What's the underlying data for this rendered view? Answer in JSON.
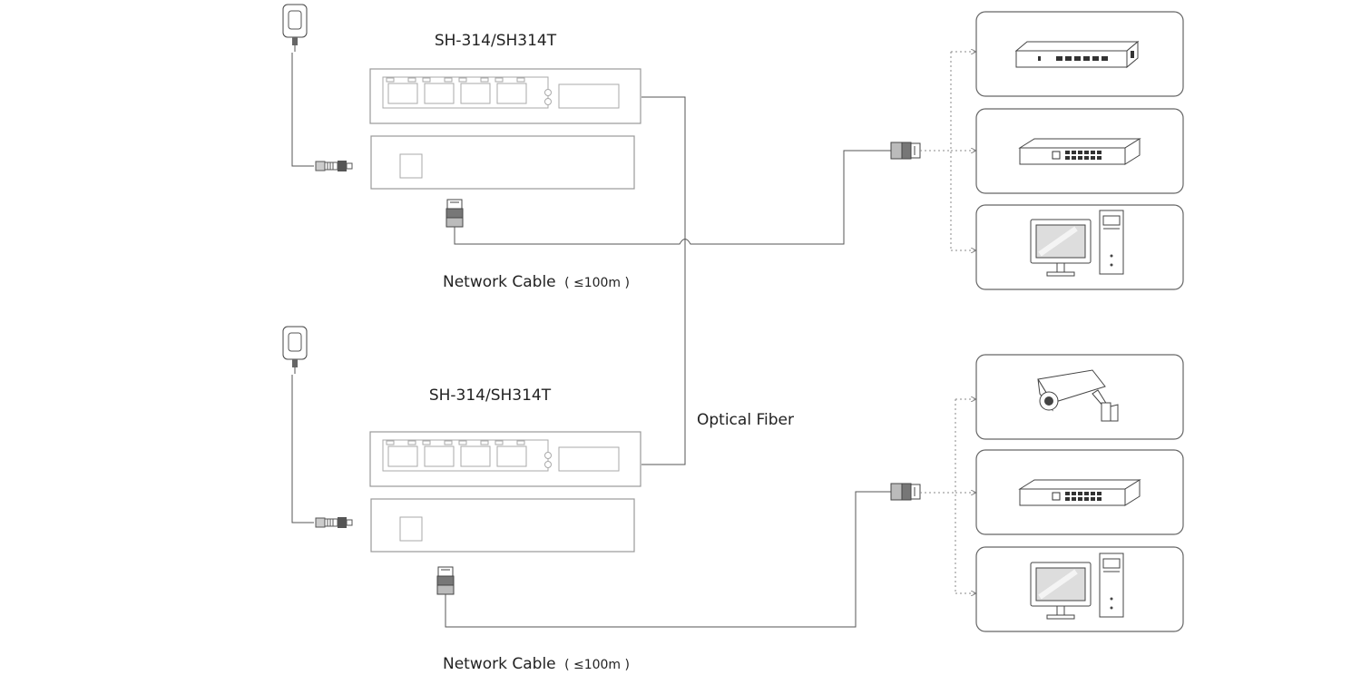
{
  "diagram": {
    "top_unit_label": "SH-314/SH314T",
    "bottom_unit_label": "SH-314/SH314T",
    "optical_label": "Optical Fiber",
    "top_cable_label": "Network Cable",
    "top_cable_limit": "( ≤100m )",
    "bottom_cable_label": "Network Cable",
    "bottom_cable_limit": "( ≤100m )",
    "top_devices": [
      "router-icon",
      "switch-icon",
      "computer-icon"
    ],
    "bottom_devices": [
      "camera-icon",
      "switch-icon",
      "computer-icon"
    ]
  }
}
